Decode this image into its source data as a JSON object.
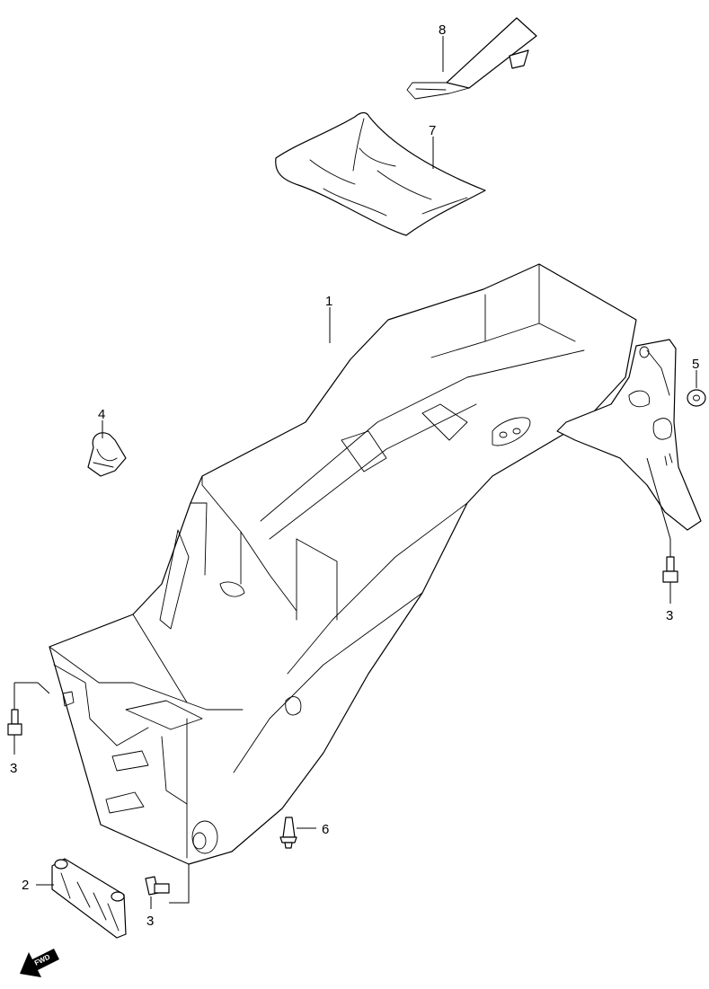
{
  "callouts": {
    "c1": "1",
    "c2": "2",
    "c3a": "3",
    "c3b": "3",
    "c3c": "3",
    "c4": "4",
    "c5": "5",
    "c6": "6",
    "c7": "7",
    "c8": "8"
  },
  "fwd_label": "FWD",
  "colors": {
    "line": "#000000",
    "background": "#ffffff"
  }
}
